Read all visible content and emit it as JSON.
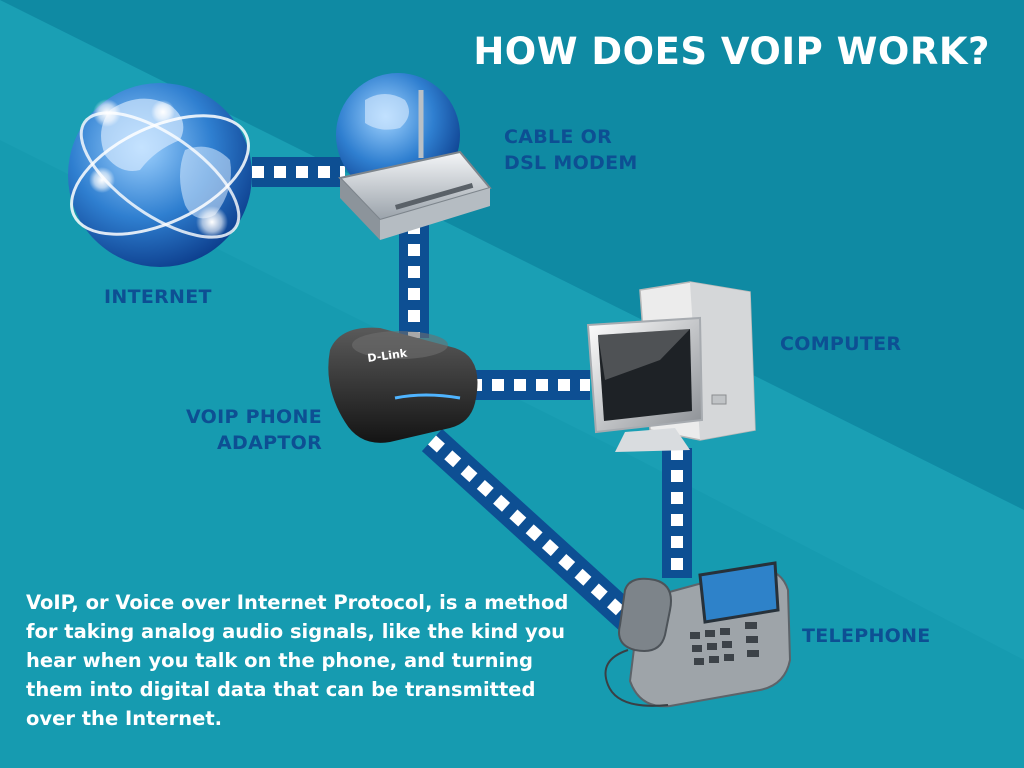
{
  "title": "HOW DOES VOIP WORK?",
  "colors": {
    "background_light": "#1a9fb4",
    "background_dark": "#0f8aa3",
    "label": "#0d4f93",
    "link": "#0d4f93",
    "link_dashes": "#ffffff",
    "title": "#ffffff"
  },
  "nodes": {
    "internet": {
      "label_lines": [
        "INTERNET"
      ],
      "icon": "globe-network-icon"
    },
    "modem": {
      "label_lines": [
        "CABLE OR",
        "DSL MODEM"
      ],
      "icon": "modem-router-icon"
    },
    "computer": {
      "label_lines": [
        "COMPUTER"
      ],
      "icon": "desktop-computer-icon"
    },
    "adaptor": {
      "label_lines": [
        "VOIP PHONE",
        "ADAPTOR"
      ],
      "icon": "voip-adaptor-icon",
      "brand": "D-Link"
    },
    "telephone": {
      "label_lines": [
        "TELEPHONE"
      ],
      "icon": "desk-telephone-icon"
    }
  },
  "description": "VoIP, or Voice over Internet Protocol, is a method for taking analog audio signals, like the kind you hear when you talk on the phone, and turning them into digital data that can be transmitted over the Internet."
}
